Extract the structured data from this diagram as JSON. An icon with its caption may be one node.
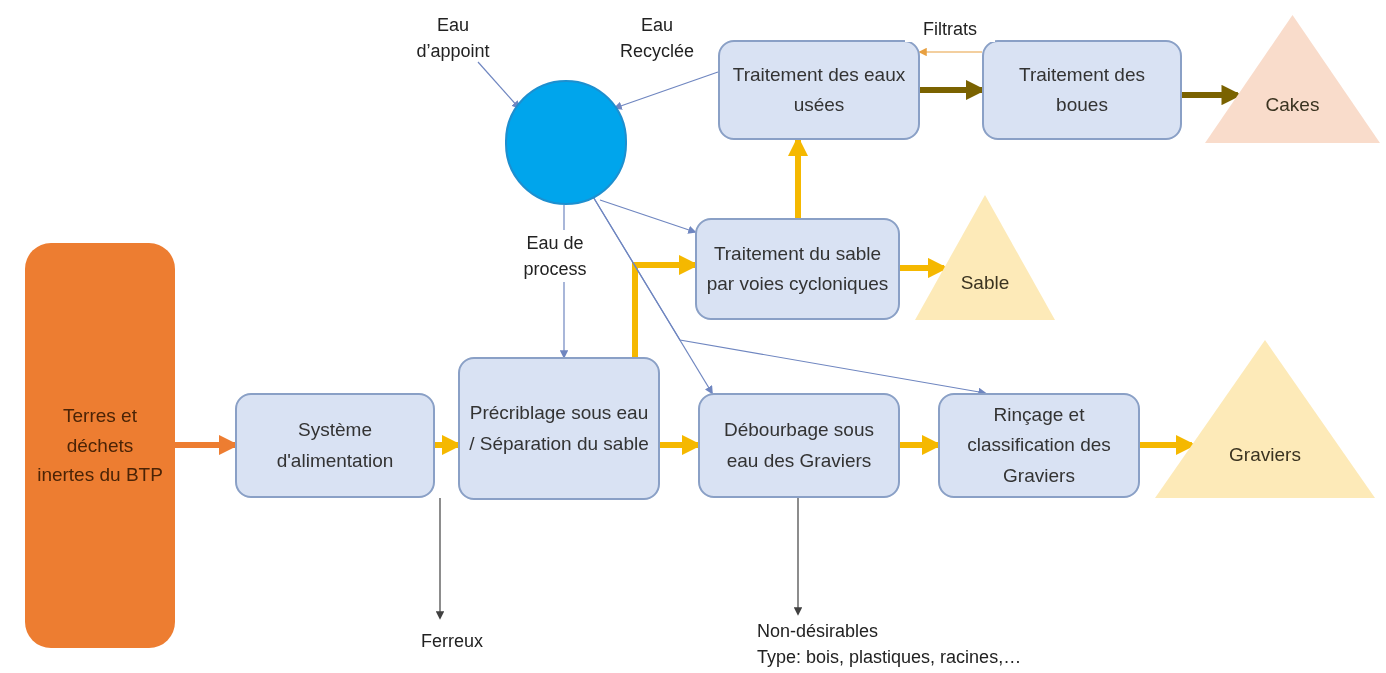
{
  "diagram": {
    "nodes": [
      {
        "text": [
          "Terres et déchets inertes du BTP"
        ]
      },
      {
        "text": [
          "Système d'alimentation"
        ]
      },
      {
        "text": [
          "Précriblage sous eau / Séparation du sable"
        ]
      },
      {
        "text": [
          "Débourbage sous eau des Graviers"
        ]
      },
      {
        "text": [
          "Rinçage et classification des Graviers"
        ]
      },
      {
        "text": [
          "Graviers"
        ]
      },
      {
        "text": [
          "Traitement du sable par voies cycloniques"
        ]
      },
      {
        "text": [
          "Sable"
        ]
      },
      {
        "text": [
          "Traitement des eaux usées"
        ]
      },
      {
        "text": [
          "Traitement des boues"
        ]
      },
      {
        "text": [
          "Cakes"
        ]
      },
      {
        "text": [],
        "shape": "circle"
      },
      {
        "text": [
          "Ferreux"
        ]
      },
      {
        "text": [
          "Non-désirables",
          "Type: bois, plastiques, racines,…"
        ]
      },
      {
        "text": [
          "Eau d’appoint"
        ]
      }
    ],
    "edges": [
      {
        "from": 0,
        "to": 1,
        "arrow": "to",
        "color": "#ed7d31"
      },
      {
        "from": 1,
        "to": 2,
        "arrow": "to"
      },
      {
        "from": 2,
        "to": 3,
        "arrow": "to"
      },
      {
        "from": 3,
        "to": 4,
        "arrow": "to"
      },
      {
        "from": 4,
        "to": 5,
        "arrow": "to"
      },
      {
        "from": 2,
        "to": 6,
        "arrow": "to"
      },
      {
        "from": 6,
        "to": 7,
        "arrow": "to"
      },
      {
        "from": 6,
        "to": 8,
        "arrow": "to"
      },
      {
        "from": 8,
        "to": 9,
        "arrow": "to",
        "color": "#7a6200"
      },
      {
        "from": 9,
        "to": 10,
        "arrow": "to",
        "color": "#7a6200"
      },
      {
        "from": 9,
        "to": 8,
        "arrow": "to",
        "label": "Filtrats",
        "color": "#e8a040"
      },
      {
        "from": 8,
        "to": 11,
        "arrow": "to",
        "label": "Eau Recyclée",
        "color": "#6f86c0"
      },
      {
        "from": 14,
        "to": 11,
        "arrow": "to",
        "color": "#6f86c0"
      },
      {
        "from": 11,
        "to": 2,
        "arrow": "to",
        "label": "Eau de process",
        "color": "#6f86c0"
      },
      {
        "from": 11,
        "to": 6,
        "arrow": "to",
        "color": "#6f86c0"
      },
      {
        "from": 11,
        "to": 3,
        "arrow": "to",
        "color": "#6f86c0"
      },
      {
        "from": 11,
        "to": 4,
        "arrow": "to",
        "color": "#6f86c0"
      },
      {
        "from": 1,
        "to": 12,
        "arrow": "to",
        "color": "#404040"
      },
      {
        "from": 3,
        "to": 13,
        "arrow": "to",
        "color": "#404040"
      }
    ]
  }
}
